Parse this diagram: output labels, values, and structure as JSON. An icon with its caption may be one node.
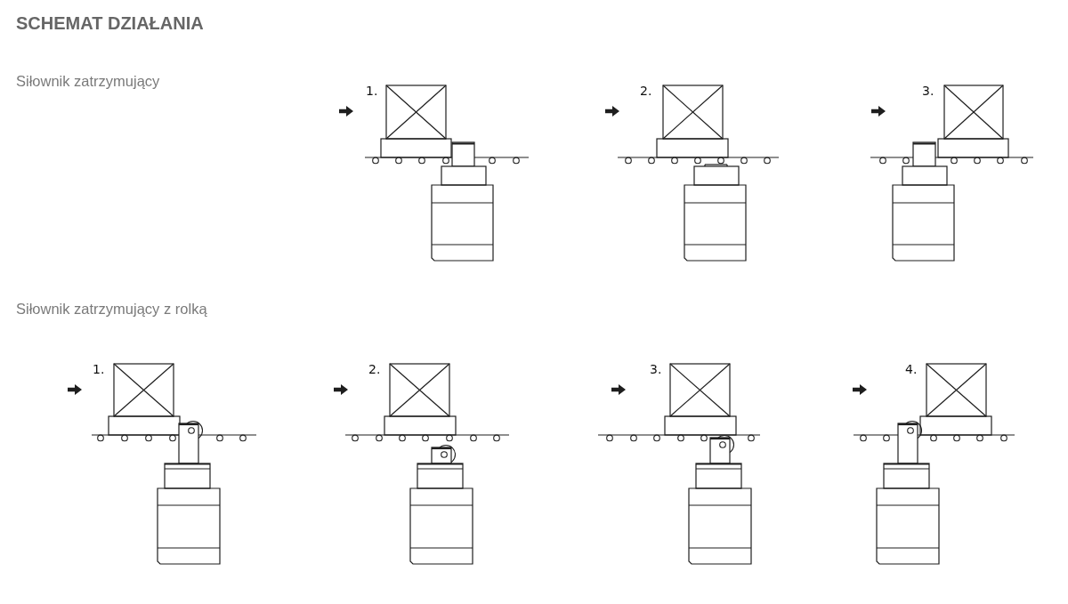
{
  "diagram": {
    "title": "SCHEMAT DZIAŁANIA",
    "labels": [
      "Siłownik zatrzymujący",
      "1.",
      "2.",
      "3.",
      "Siłownik zatrzymujący z rolką",
      "1.",
      "2.",
      "3.",
      "4."
    ]
  }
}
